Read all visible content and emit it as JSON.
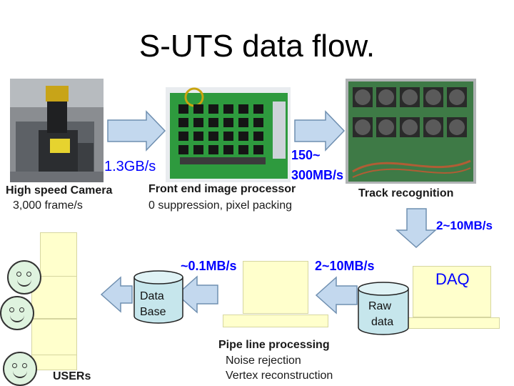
{
  "title": "S-UTS data flow.",
  "camera": {
    "label1": "High speed Camera",
    "label2": "3,000 frame/s",
    "rate": "1.3GB/s"
  },
  "frontend": {
    "label1": "Front end image processor",
    "label2": "0 suppression, pixel packing",
    "rate_line1": "150~",
    "rate_line2": "300MB/s"
  },
  "track": {
    "label": "Track recognition",
    "rate": "2~10MB/s"
  },
  "daq": {
    "label": "DAQ",
    "rate": "2~10MB/s"
  },
  "rawdata": {
    "line1": "Raw",
    "line2": "data"
  },
  "database": {
    "line1": "Data",
    "line2": "Base",
    "rate": "~0.1MB/s"
  },
  "pipeline": {
    "title": "Pipe line processing",
    "item1": "Noise rejection",
    "item2": "Vertex reconstruction"
  },
  "users": {
    "label": "USERs"
  },
  "colors": {
    "arrow_fill": "#c3d8ee",
    "arrow_stroke": "#6f8fb0",
    "rate_text": "#0000ff",
    "pc_fill": "#ffffcc",
    "cylinder_fill": "#c6e6ec"
  }
}
